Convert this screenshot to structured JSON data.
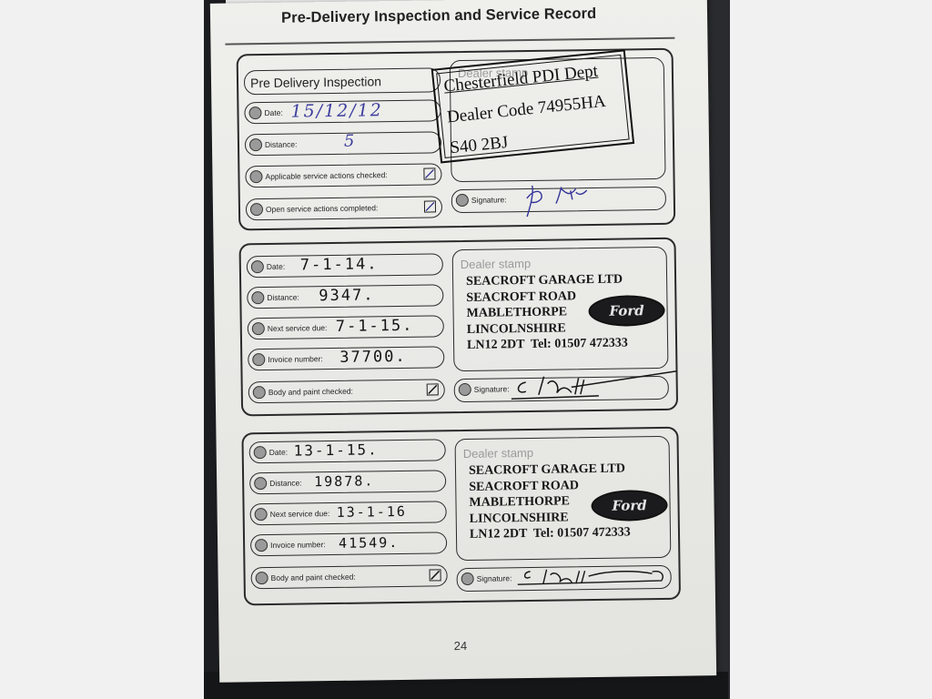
{
  "page": {
    "title": "Pre-Delivery Inspection and Service Record",
    "page_number": "24"
  },
  "pdi": {
    "header": "Pre Delivery Inspection",
    "date_label": "Date:",
    "date_value": "15/12/12",
    "distance_label": "Distance:",
    "distance_value": "5",
    "applicable_label": "Applicable service actions checked:",
    "open_label": "Open service actions completed:",
    "stamp_label": "Dealer stamp",
    "stamp_line1": "Chesterfield PDI Dept",
    "stamp_line2": "Dealer Code 74955HA",
    "stamp_line3": "S40 2BJ",
    "signature_label": "Signature:"
  },
  "services": [
    {
      "date_label": "Date:",
      "date_value": "7-1-14.",
      "distance_label": "Distance:",
      "distance_value": "9347.",
      "next_label": "Next service due:",
      "next_value": "7-1-15.",
      "invoice_label": "Invoice number:",
      "invoice_value": "37700.",
      "body_label": "Body and paint checked:",
      "signature_label": "Signature:",
      "stamp_label": "Dealer stamp",
      "stamp_text": "SEACROFT GARAGE LTD\nSEACROFT ROAD\nMABLETHORPE\nLINCOLNSHIRE\nLN12 2DT  Tel: 01507 472333",
      "logo": "Ford"
    },
    {
      "date_label": "Date:",
      "date_value": "13-1-15.",
      "distance_label": "Distance:",
      "distance_value": "19878.",
      "next_label": "Next service due:",
      "next_value": "13-1-16",
      "invoice_label": "Invoice number:",
      "invoice_value": "41549.",
      "body_label": "Body and paint checked:",
      "signature_label": "Signature:",
      "stamp_label": "Dealer stamp",
      "stamp_text": "SEACROFT GARAGE LTD\nSEACROFT ROAD\nMABLETHORPE\nLINCOLNSHIRE\nLN12 2DT  Tel: 01507 472333",
      "logo": "Ford"
    }
  ]
}
